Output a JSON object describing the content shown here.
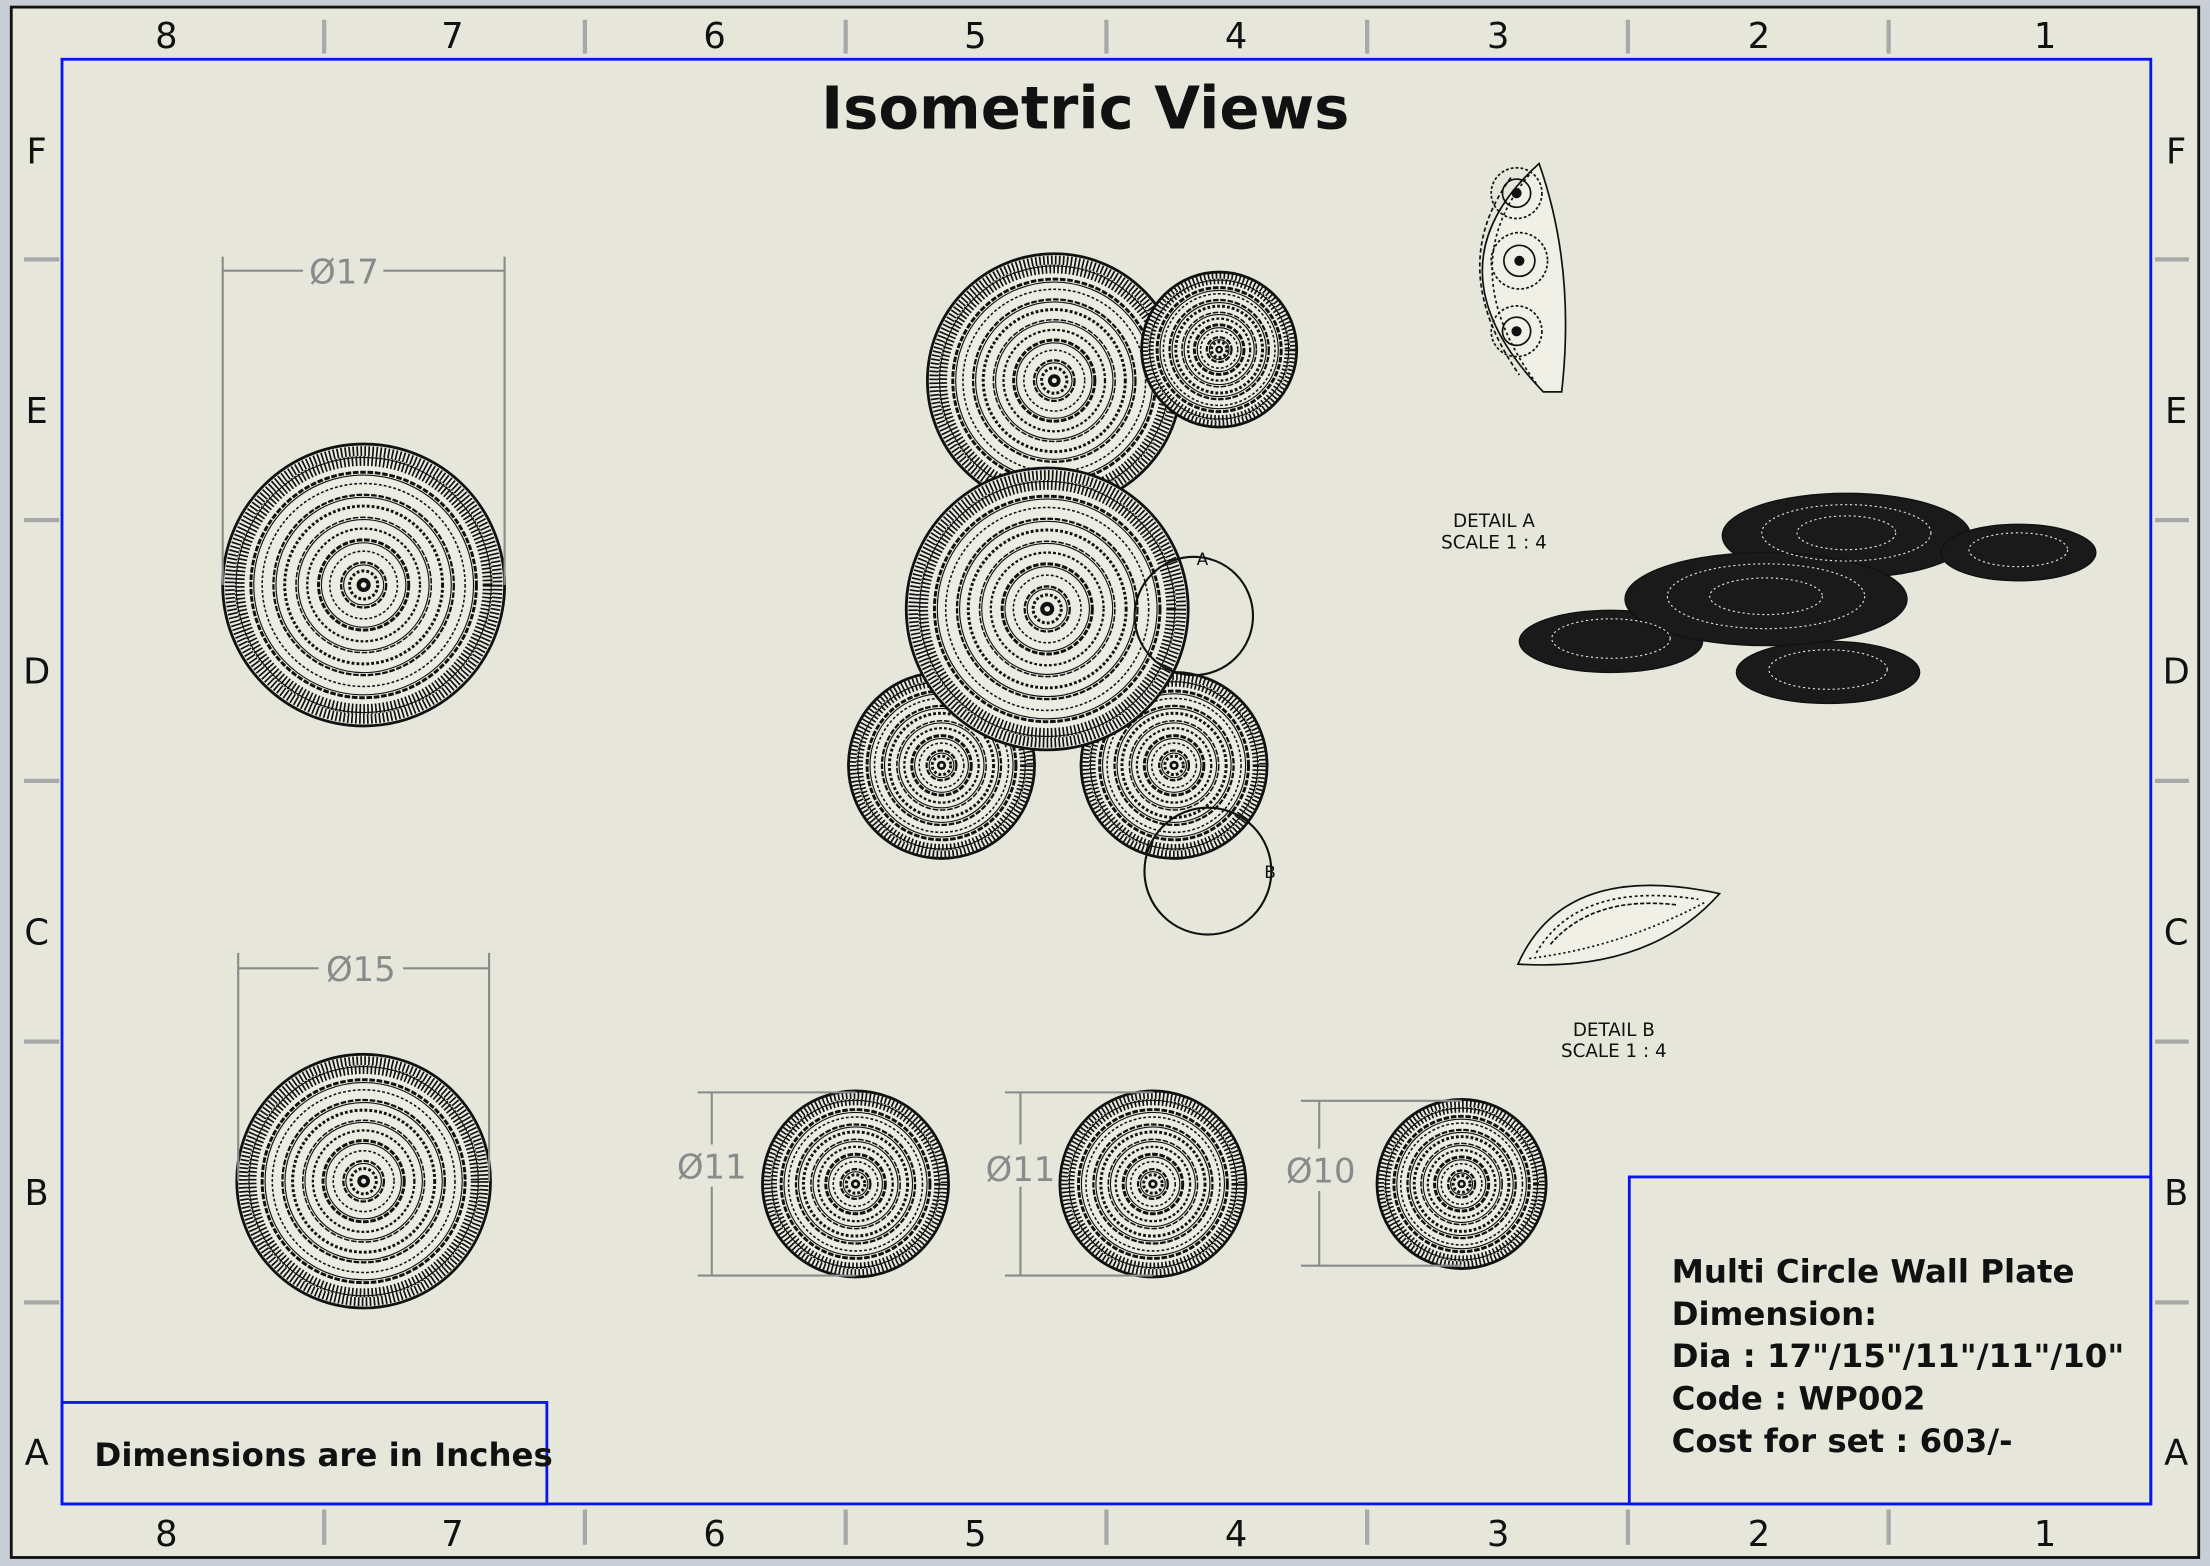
{
  "title": "Isometric Views",
  "zones": {
    "columns": [
      "8",
      "7",
      "6",
      "5",
      "4",
      "3",
      "2",
      "1"
    ],
    "rows": [
      "F",
      "E",
      "D",
      "C",
      "B",
      "A"
    ]
  },
  "dimensions": {
    "plate_17": "Ø17",
    "plate_15": "Ø15",
    "plate_11a": "Ø11",
    "plate_11b": "Ø11",
    "plate_10": "Ø10"
  },
  "details": {
    "a_marker": "A",
    "b_marker": "B",
    "a_label": "DETAIL A",
    "a_scale": "SCALE 1 : 4",
    "b_label": "DETAIL B",
    "b_scale": "SCALE 1 : 4"
  },
  "note": "Dimensions are in Inches",
  "title_block": {
    "line1": "Multi Circle Wall Plate",
    "line2": "Dimension:",
    "line3": "Dia : 17\"/15\"/11\"/11\"/10\"",
    "line4": "Code : WP002",
    "line5": "Cost for set : 603/-"
  },
  "colors": {
    "sheet": "#e6e6db",
    "border_blue": "#0a14f0",
    "ink": "#111111",
    "dim_gray": "#8a8a8a"
  }
}
